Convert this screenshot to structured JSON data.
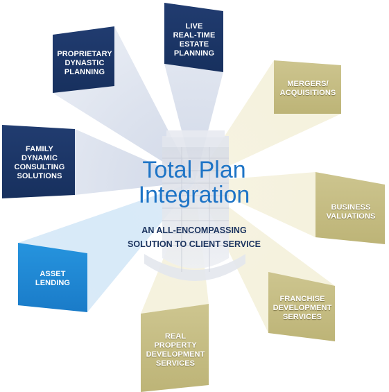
{
  "title": "Total Plan\nIntegration",
  "subtitle": "AN ALL-ENCOMPASSING\nSOLUTION TO CLIENT SERVICE",
  "colors": {
    "navy": "#1c3464",
    "olive": "#c6bd82",
    "blue": "#1e86d4",
    "title": "#1e74c6",
    "subtitle": "#1d3560"
  },
  "nodes": [
    {
      "label": "LIVE\nREAL-TIME\nESTATE\nPLANNING",
      "style": "navy"
    },
    {
      "label": "MERGERS/\nACQUISITIONS",
      "style": "olive"
    },
    {
      "label": "BUSINESS\nVALUATIONS",
      "style": "olive"
    },
    {
      "label": "FRANCHISE\nDEVELOPMENT\nSERVICES",
      "style": "olive"
    },
    {
      "label": "REAL\nPROPERTY\nDEVELOPMENT\nSERVICES",
      "style": "olive"
    },
    {
      "label": "ASSET\nLENDING",
      "style": "blue"
    },
    {
      "label": "FAMILY\nDYNAMIC\nCONSULTING\nSOLUTIONS",
      "style": "navy"
    },
    {
      "label": "PROPRIETARY\nDYNASTIC\nPLANNING",
      "style": "navy"
    }
  ]
}
